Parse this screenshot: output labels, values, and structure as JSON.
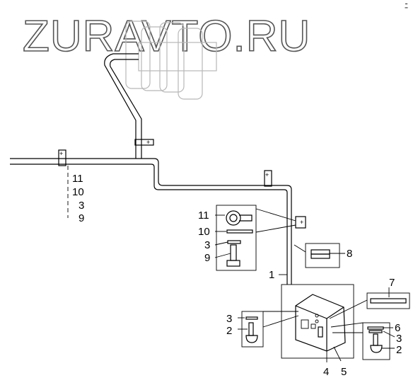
{
  "watermark": "ZURAVTO.RU",
  "corner_mark": "ﾆ",
  "callouts": {
    "left_stack": [
      "11",
      "10",
      "3",
      "9"
    ],
    "clip_detail": [
      "11",
      "10",
      "3",
      "9"
    ],
    "pipe": "1",
    "grommet": "8",
    "strip": "7",
    "left_bolt": [
      "3",
      "2"
    ],
    "right_bolt": [
      "6",
      "3",
      "2"
    ],
    "box_a": "4",
    "box_b": "5"
  }
}
